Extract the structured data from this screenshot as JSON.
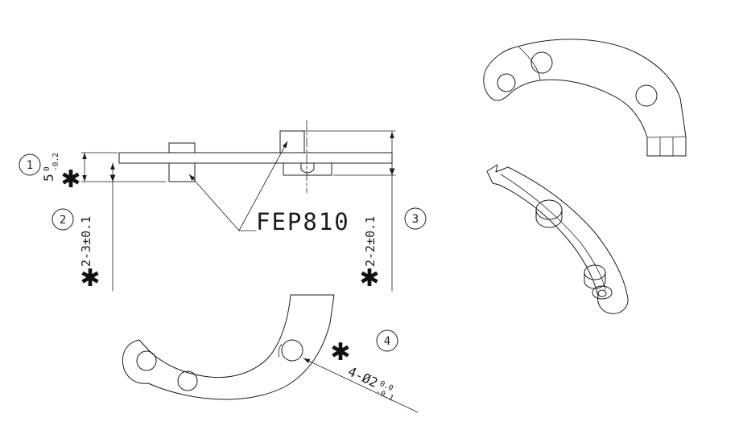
{
  "balloons": [
    {
      "label": "1"
    },
    {
      "label": "2"
    },
    {
      "label": "3"
    },
    {
      "label": "4"
    }
  ],
  "marks": {
    "asterisk": "✱"
  },
  "dimensions": {
    "d1": {
      "value": "5",
      "tol_upper": "0",
      "tol_lower": "-0.2"
    },
    "d2": {
      "value": "2-3±0.1"
    },
    "d3": {
      "value": "2-2±0.1"
    },
    "d4": {
      "value": "4-Ø2",
      "tol_upper": "0.0",
      "tol_lower": "-0.1"
    }
  },
  "labels": {
    "material": "FEP810"
  }
}
